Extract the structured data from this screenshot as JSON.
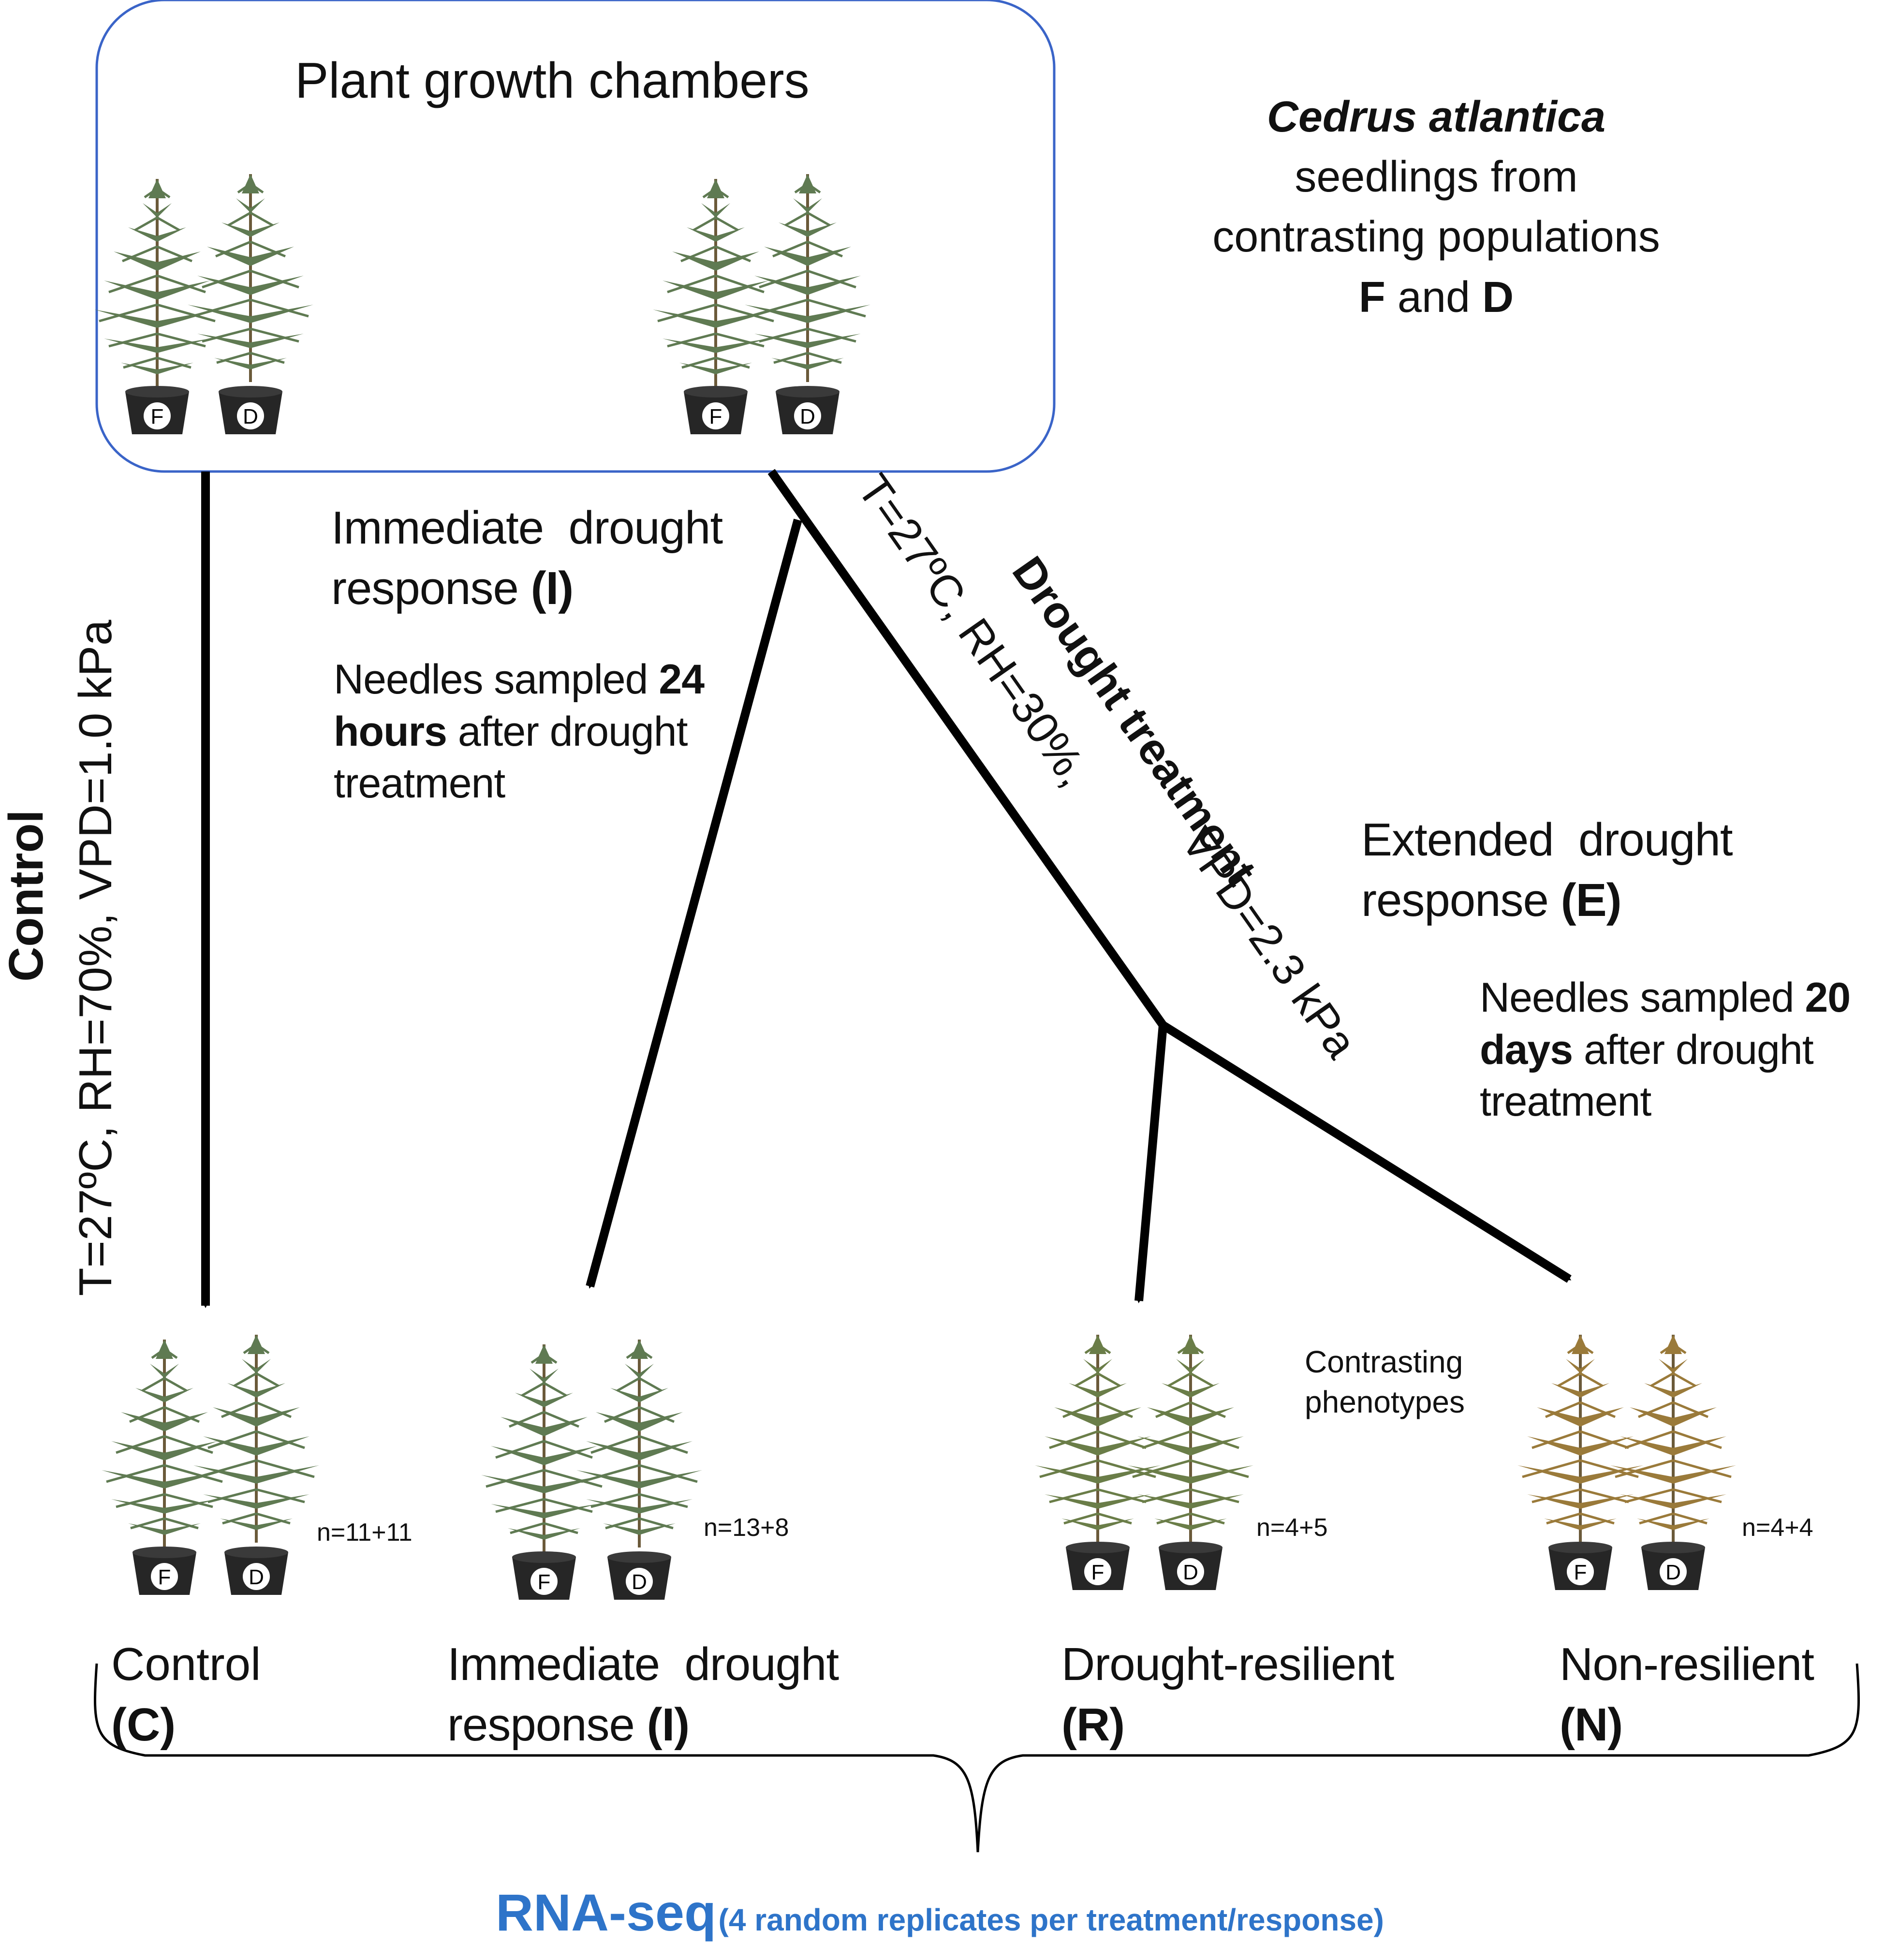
{
  "chamber": {
    "title": "Plant growth chambers"
  },
  "species": {
    "name": "Cedrus atlantica",
    "line1": "seedlings from",
    "line2": "contrasting populations",
    "pop_f": "F",
    "and": "and",
    "pop_d": "D"
  },
  "pot_labels": {
    "f": "F",
    "d": "D"
  },
  "control_branch": {
    "title": "Control",
    "conditions": "T=27ºC, RH=70%, VPD=1.0 kPa"
  },
  "drought_branch": {
    "title": "Drought treatment",
    "conditions_1": "T=27ºC, RH=30%,",
    "conditions_2": "VPD=2.3 kPa"
  },
  "immediate": {
    "line1": "Immediate  drought",
    "line2": "response",
    "code": "(I)",
    "needles_1": "Needles sampled",
    "needles_bold": "24",
    "needles_2_bold": "hours",
    "needles_2": "after drought",
    "needles_3": "treatment"
  },
  "extended": {
    "line1": "Extended  drought",
    "line2": "response",
    "code": "(E)",
    "needles_1": "Needles sampled",
    "needles_bold": "20",
    "needles_2_bold": "days",
    "needles_2": "after drought",
    "needles_3": "treatment"
  },
  "contrasting": {
    "line1": "Contrasting",
    "line2": "phenotypes"
  },
  "groups": [
    {
      "label": "Control",
      "code": "(C)",
      "n": "n=11+11"
    },
    {
      "label": "Immediate  drought",
      "label2": "response",
      "code": "(I)",
      "n": "n=13+8"
    },
    {
      "label": "Drought-resilient",
      "code": "(R)",
      "n": "n=4+5"
    },
    {
      "label": "Non-resilient",
      "code": "(N)",
      "n": "n=4+4"
    }
  ],
  "rnaseq": {
    "title": "RNA-seq",
    "note": "(4 random replicates per treatment/response)"
  },
  "colors": {
    "accent_blue": "#2e74c9",
    "frame_blue": "#3a64c8",
    "green_needles": "#5f7a52",
    "brown_needles": "#9a7a3a"
  }
}
